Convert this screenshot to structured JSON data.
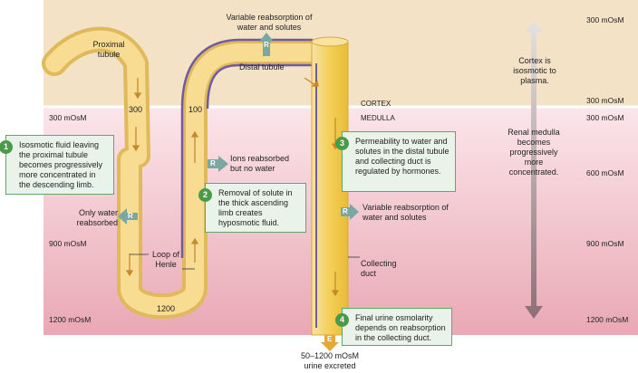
{
  "zones": {
    "cortex": "CORTEX",
    "medulla": "MEDULLA"
  },
  "osmolarity_left": [
    "300 mOsM",
    "900 mOsM",
    "1200 mOsM"
  ],
  "osmolarity_right": [
    "300 mOsM",
    "300 mOsM",
    "300 mOsM",
    "600 mOsM",
    "900 mOsM",
    "1200 mOsM"
  ],
  "labels": {
    "proximal_tubule": "Proximal tubule",
    "distal_tubule": "Distal tubule",
    "loop_of_henle": "Loop of Henle",
    "collecting_duct": "Collecting duct",
    "val_300": "300",
    "val_100": "100",
    "val_1200": "1200",
    "variable_top": "Variable reabsorption of water and solutes",
    "variable_duct": "Variable reabsorption of water and solutes",
    "only_water": "Only water reabsorbed",
    "ions_reabsorbed": "Ions reabsorbed but no water",
    "excreted": "50–1200 mOsM urine excreted",
    "cortex_note": "Cortex is isosmotic to plasma.",
    "medulla_note": "Renal medulla becomes progressively more concentrated.",
    "r": "R",
    "e": "E"
  },
  "callouts": [
    {
      "num": "1",
      "text": "Isosmotic fluid leaving the proximal tubule becomes progressively more concentrated in the descending limb."
    },
    {
      "num": "2",
      "text": "Removal of solute in the thick ascending limb creates hyposmotic fluid."
    },
    {
      "num": "3",
      "text": "Permeability to water and solutes in the distal tubule and collecting duct is regulated by hormones."
    },
    {
      "num": "4",
      "text": "Final urine osmolarity depends on reabsorption in the collecting duct."
    }
  ],
  "colors": {
    "cortex": "#f3e2c6",
    "medulla_top": "#f9dde2",
    "medulla_bottom": "#e8a9b4",
    "tubule": "#f5d47e",
    "duct": "#f3d05a",
    "callout_bg": "#eaf3ea",
    "callout_border": "#5fa867",
    "arrow": "#7aa8a0",
    "purple": "#6f5aa6"
  }
}
